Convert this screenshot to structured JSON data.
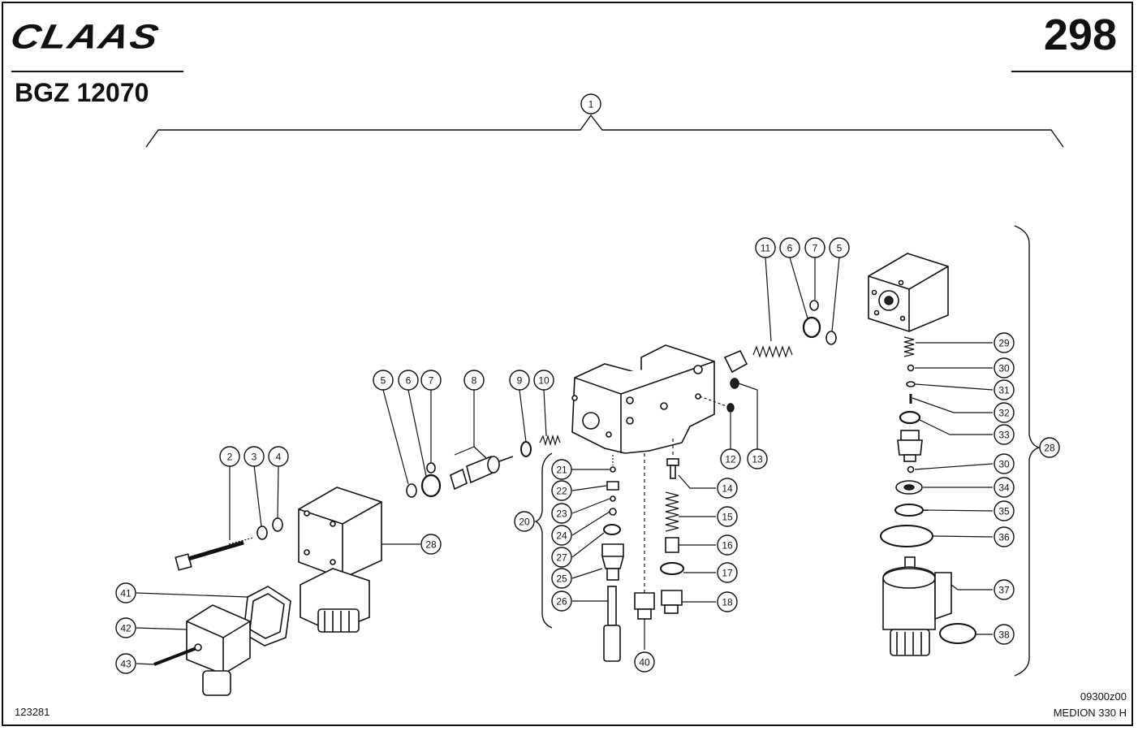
{
  "header": {
    "brand": "CLAAS",
    "page_number": "298",
    "assembly_code": "BGZ 12070"
  },
  "footer": {
    "image_number": "123281",
    "drawing_code": "09300z00",
    "model": "MEDION 330 H"
  },
  "callouts": [
    {
      "id": "c1",
      "label": "1"
    },
    {
      "id": "c2",
      "label": "2"
    },
    {
      "id": "c3",
      "label": "3"
    },
    {
      "id": "c4",
      "label": "4"
    },
    {
      "id": "c5a",
      "label": "5"
    },
    {
      "id": "c6a",
      "label": "6"
    },
    {
      "id": "c7a",
      "label": "7"
    },
    {
      "id": "c8",
      "label": "8"
    },
    {
      "id": "c9",
      "label": "9"
    },
    {
      "id": "c10",
      "label": "10"
    },
    {
      "id": "c11",
      "label": "11"
    },
    {
      "id": "c6b",
      "label": "6"
    },
    {
      "id": "c7b",
      "label": "7"
    },
    {
      "id": "c5b",
      "label": "5"
    },
    {
      "id": "c12",
      "label": "12"
    },
    {
      "id": "c13",
      "label": "13"
    },
    {
      "id": "c14",
      "label": "14"
    },
    {
      "id": "c15",
      "label": "15"
    },
    {
      "id": "c16",
      "label": "16"
    },
    {
      "id": "c17",
      "label": "17"
    },
    {
      "id": "c18",
      "label": "18"
    },
    {
      "id": "c20",
      "label": "20"
    },
    {
      "id": "c21",
      "label": "21"
    },
    {
      "id": "c22",
      "label": "22"
    },
    {
      "id": "c23",
      "label": "23"
    },
    {
      "id": "c24",
      "label": "24"
    },
    {
      "id": "c25",
      "label": "25"
    },
    {
      "id": "c26",
      "label": "26"
    },
    {
      "id": "c27",
      "label": "27"
    },
    {
      "id": "c28a",
      "label": "28"
    },
    {
      "id": "c28b",
      "label": "28"
    },
    {
      "id": "c29",
      "label": "29"
    },
    {
      "id": "c30a",
      "label": "30"
    },
    {
      "id": "c31",
      "label": "31"
    },
    {
      "id": "c32",
      "label": "32"
    },
    {
      "id": "c33",
      "label": "33"
    },
    {
      "id": "c30b",
      "label": "30"
    },
    {
      "id": "c34",
      "label": "34"
    },
    {
      "id": "c35",
      "label": "35"
    },
    {
      "id": "c36",
      "label": "36"
    },
    {
      "id": "c37",
      "label": "37"
    },
    {
      "id": "c38",
      "label": "38"
    },
    {
      "id": "c40",
      "label": "40"
    },
    {
      "id": "c41",
      "label": "41"
    },
    {
      "id": "c42",
      "label": "42"
    },
    {
      "id": "c43",
      "label": "43"
    }
  ]
}
